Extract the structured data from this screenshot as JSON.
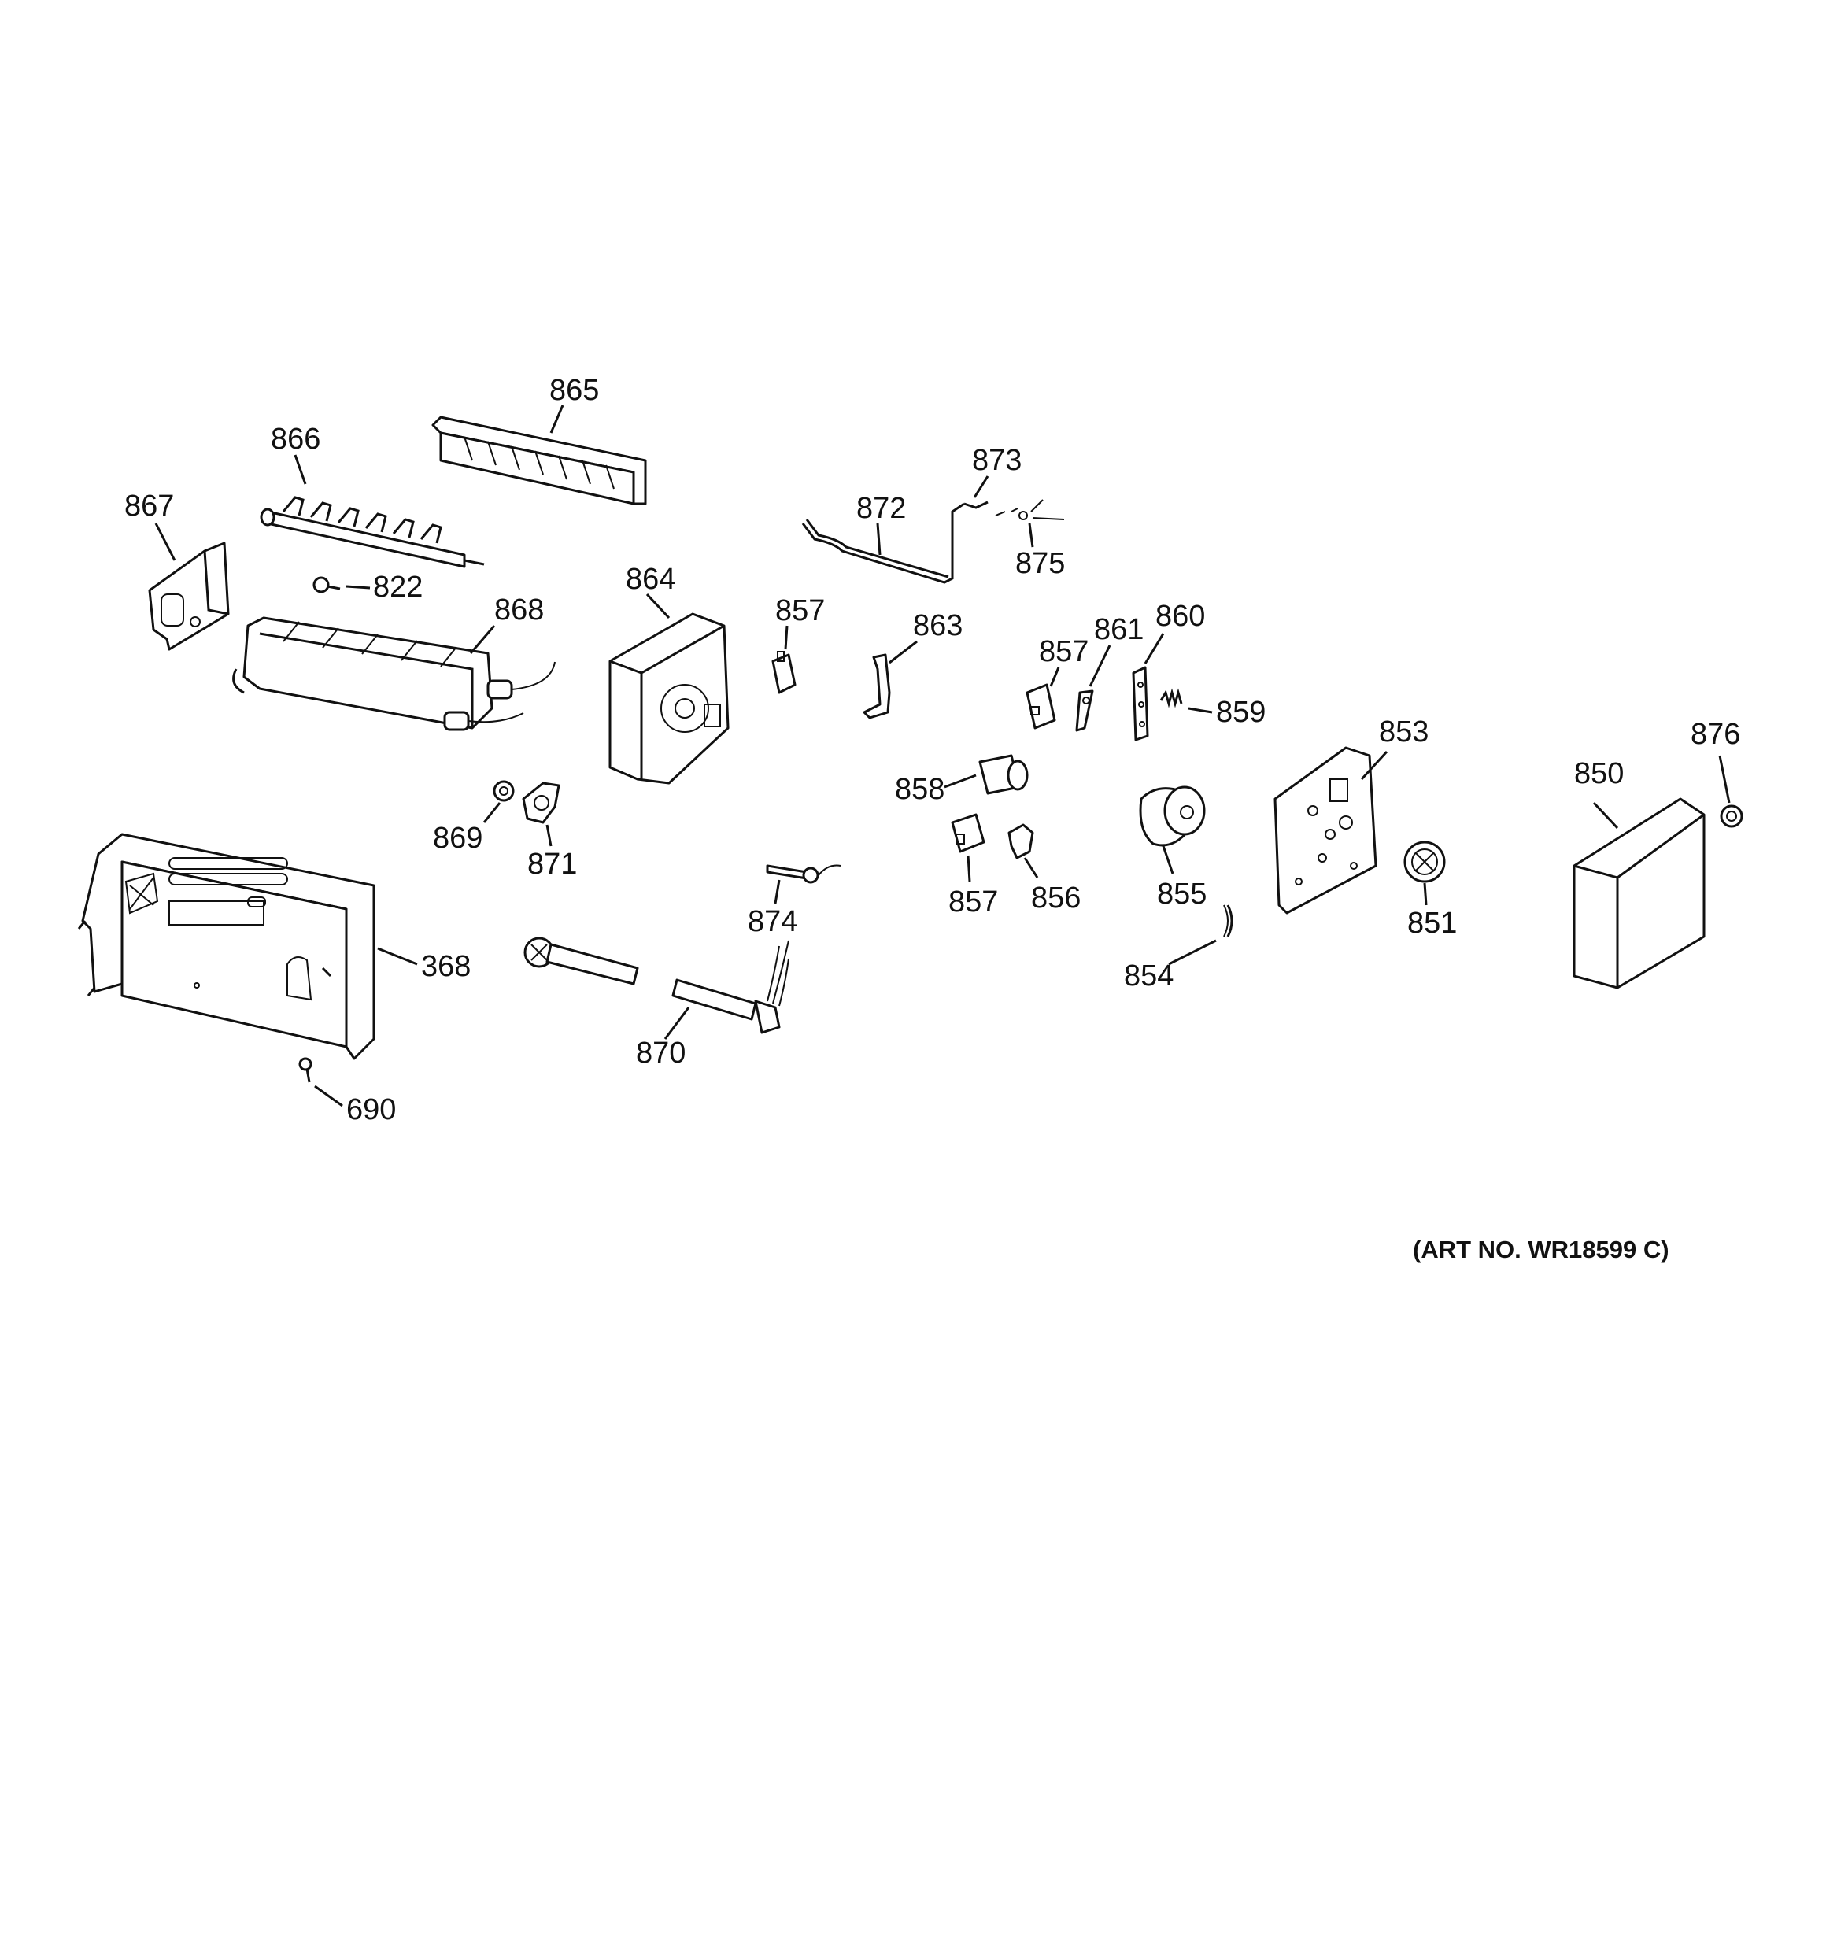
{
  "diagram": {
    "part_numbers": {
      "p865": "865",
      "p866": "866",
      "p867": "867",
      "p822": "822",
      "p868": "868",
      "p864": "864",
      "p857a": "857",
      "p872": "872",
      "p873": "873",
      "p875": "875",
      "p863": "863",
      "p857b": "857",
      "p861": "861",
      "p860": "860",
      "p859": "859",
      "p853": "853",
      "p876": "876",
      "p850": "850",
      "p858": "858",
      "p857c": "857",
      "p856": "856",
      "p855": "855",
      "p851": "851",
      "p854": "854",
      "p869": "869",
      "p871": "871",
      "p874": "874",
      "p368": "368",
      "p870": "870",
      "p690": "690"
    },
    "art_number": "(ART NO. WR18599 C)"
  }
}
